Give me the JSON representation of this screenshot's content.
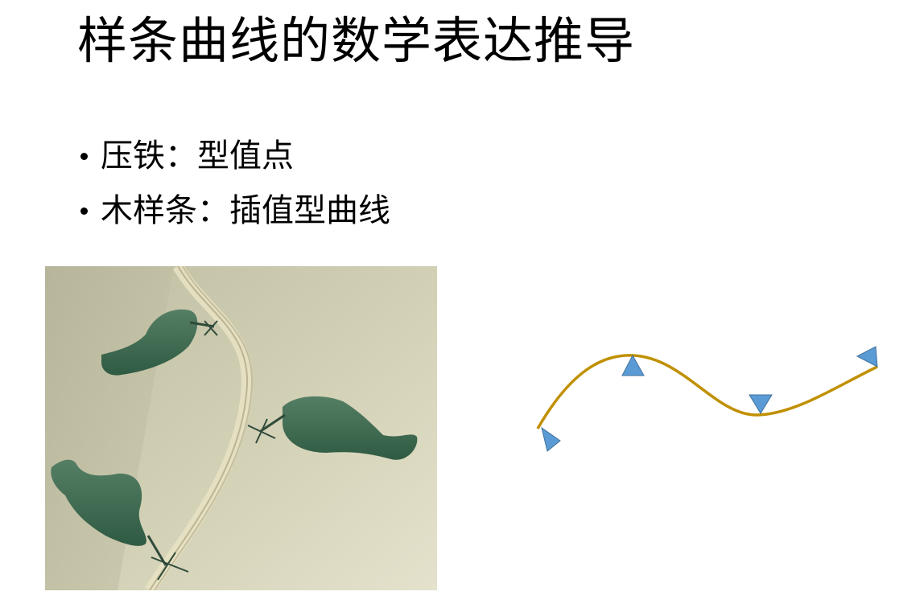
{
  "slide": {
    "title": "样条曲线的数学表达推导",
    "bullets": [
      {
        "label": "压铁：型值点"
      },
      {
        "label": "木样条：插值型曲线"
      }
    ]
  },
  "colors": {
    "spline_curve": "#C09000",
    "weight_marker": "#5B9BD5",
    "weight_marker_stroke": "#41719C",
    "photo_weight_green": "#3F6B52",
    "photo_background": "#C9C7A8"
  },
  "icons": {
    "bullet": "bullet-dot-icon",
    "weight_marker": "triangle-marker-icon"
  }
}
